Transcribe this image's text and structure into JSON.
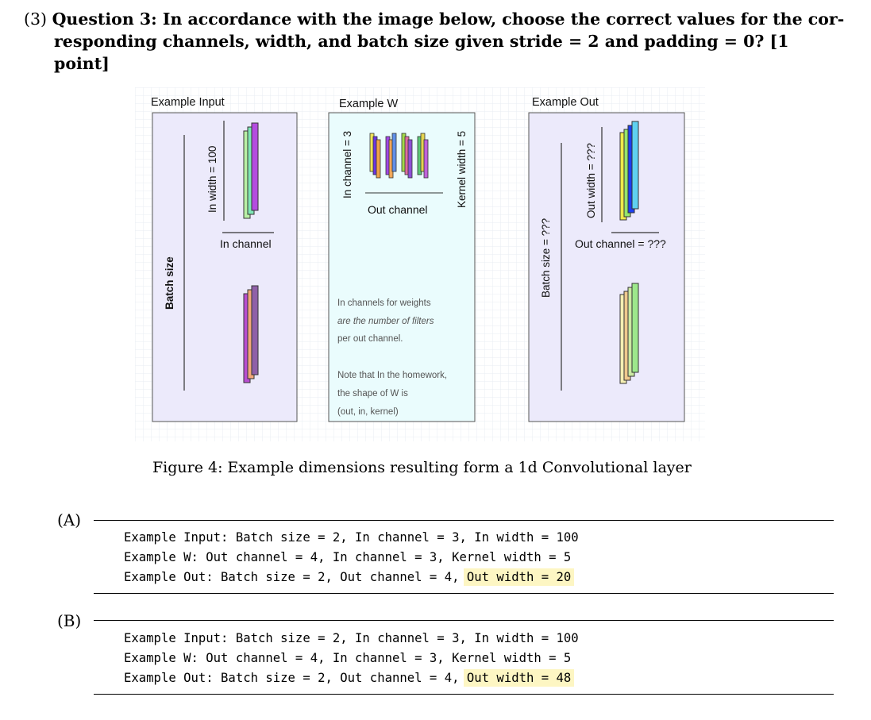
{
  "question": {
    "number": "(3)",
    "line1": "Question 3: In accordance with the image below, choose the correct values for the cor-",
    "line2": "responding channels, width, and batch size given stride = 2 and padding = 0? [1 point]"
  },
  "figure": {
    "input_title": "Example Input",
    "input_width_label": "In width = 100",
    "input_channel_label": "In channel",
    "input_batch_label": "Batch size",
    "w_title": "Example W",
    "w_in_channel_label": "In channel = 3",
    "w_out_channel_label": "Out channel",
    "w_kernel_label": "Kernel width = 5",
    "w_note_lines": [
      "In channels for weights",
      "are the number of filters",
      "per out channel.",
      "Note that In the homework,",
      "the shape of W is",
      "(out, in, kernel)"
    ],
    "out_title": "Example Out",
    "out_width_label": "Out width = ???",
    "out_channel_label": "Out channel = ???",
    "out_batch_label": "Batch size = ???",
    "caption": "Figure 4: Example dimensions resulting form a 1d Convolutional layer"
  },
  "options": [
    {
      "label": "(A)",
      "line1": "Example Input: Batch size = 2, In channel = 3, In width = 100",
      "line2": "Example W: Out channel = 4, In channel = 3, Kernel width = 5",
      "line3_prefix": "Example Out: Batch size = 2, Out channel = 4,",
      "line3_highlight": "Out width = 20"
    },
    {
      "label": "(B)",
      "line1": "Example Input: Batch size = 2, In channel = 3, In width = 100",
      "line2": "Example W: Out channel = 4, In channel = 3, Kernel width = 5",
      "line3_prefix": "Example Out: Batch size = 2, Out channel = 4,",
      "line3_highlight": "Out width = 48"
    }
  ]
}
